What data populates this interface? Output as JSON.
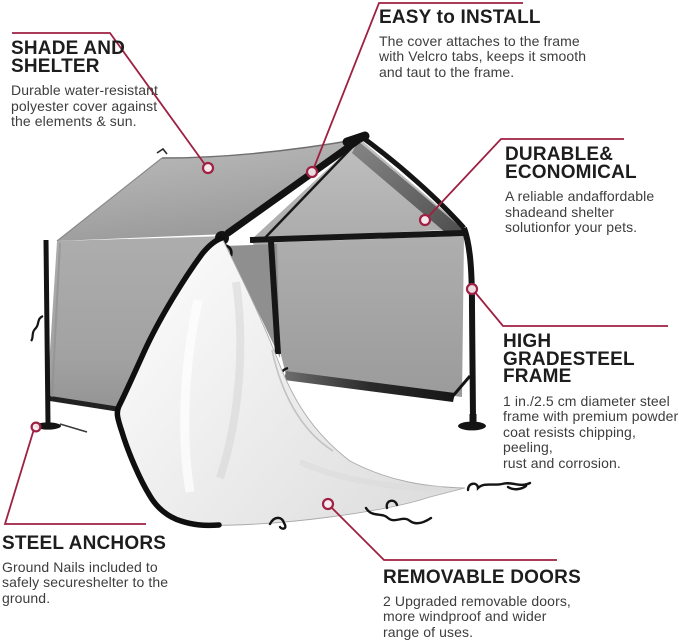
{
  "colors": {
    "accent": "#9e2143",
    "frame_black": "#141414",
    "cover_gray": "#a8a8a8",
    "door_fabric": "#ececec"
  },
  "callouts": [
    {
      "id": "shade-and-shelter",
      "title": "SHADE AND\nSHELTER",
      "body": "Durable water-resistant\npolyester cover against\nthe elements & sun."
    },
    {
      "id": "easy-to-install",
      "title": "EASY to INSTALL",
      "body": "The cover attaches to the frame\nwith Velcro tabs, keeps it smooth\nand taut to the frame."
    },
    {
      "id": "durable-economical",
      "title": "DURABLE&\nECONOMICAL",
      "body": "A reliable andaffordable\nshadeand shelter\nsolutionfor your pets."
    },
    {
      "id": "high-grade-steel-frame",
      "title": "HIGH GRADESTEEL\nFRAME",
      "body": "1 in./2.5 cm diameter steel\nframe with premium powder\ncoat resists chipping, peeling,\nrust and corrosion."
    },
    {
      "id": "steel-anchors",
      "title": "STEEL ANCHORS",
      "body": "Ground Nails included to\nsafely secureshelter to the\nground."
    },
    {
      "id": "removable-doors",
      "title": "REMOVABLE DOORS",
      "body": "2 Upgraded removable doors,\nmore windproof and wider\nrange of uses."
    }
  ]
}
